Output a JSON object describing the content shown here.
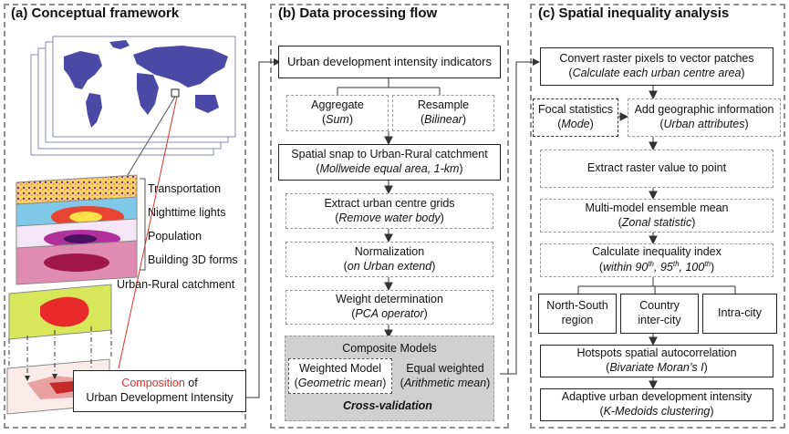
{
  "panel_a": {
    "title": "(a) Conceptual framework",
    "layers": [
      "Transportation",
      "Nighttime lights",
      "Population",
      "Building 3D forms"
    ],
    "catchment_label": "Urban-Rural catchment",
    "composition_word": "Composition",
    "composition_of": " of",
    "composition_line2": "Urban Development Intensity"
  },
  "panel_b": {
    "title": "(b) Data processing flow",
    "indicators": "Urban development intensity indicators",
    "aggregate": "Aggregate",
    "aggregate_sub": "Sum",
    "resample": "Resample",
    "resample_sub": "Bilinear",
    "snap": "Spatial snap to Urban-Rural catchment",
    "snap_sub": "Mollweide equal area, 1-km",
    "extract": "Extract urban centre grids",
    "extract_sub": "Remove water body",
    "normalization": "Normalization",
    "normalization_sub": "on Urban extend",
    "weight": "Weight determination",
    "weight_sub": "PCA operator",
    "composite": "Composite Models",
    "weighted_model": "Weighted Model",
    "weighted_model_sub": "Geometric mean",
    "equal_weighted": "Equal weighted",
    "equal_weighted_sub": "Arithmetic mean",
    "cross_validation": "Cross-validation"
  },
  "panel_c": {
    "title": "(c) Spatial inequality analysis",
    "convert": "Convert raster pixels to vector patches",
    "convert_sub": "Calculate each urban centre area",
    "focal": "Focal statistics",
    "focal_sub": "Mode",
    "geo": "Add geographic information",
    "geo_sub": "Urban attributes",
    "extract_raster": "Extract raster value to point",
    "ensemble": "Multi-model ensemble mean",
    "ensemble_sub": "Zonal statistic",
    "inequality": "Calculate inequality index",
    "within": "within 90",
    "th": "th",
    "sep1": ", 95",
    "sep2": ", 100",
    "ns_region_1": "North-South",
    "ns_region_2": "region",
    "country_1": "Country",
    "country_2": "inter-city",
    "intra": "Intra-city",
    "hotspots": "Hotspots spatial autocorrelation",
    "hotspots_sub": "Bivariate Moran’s I",
    "adaptive": "Adaptive urban development intensity",
    "adaptive_sub": "K-Medoids clustering"
  },
  "colors": {
    "map_ocean": "#ffffff",
    "map_land": "#4a4aa6",
    "map_frame": "#8a8ab0",
    "composition_red": "#e0302a",
    "composite_bg": "#d0d0d0",
    "dashed_border": "#9a9a9a"
  }
}
